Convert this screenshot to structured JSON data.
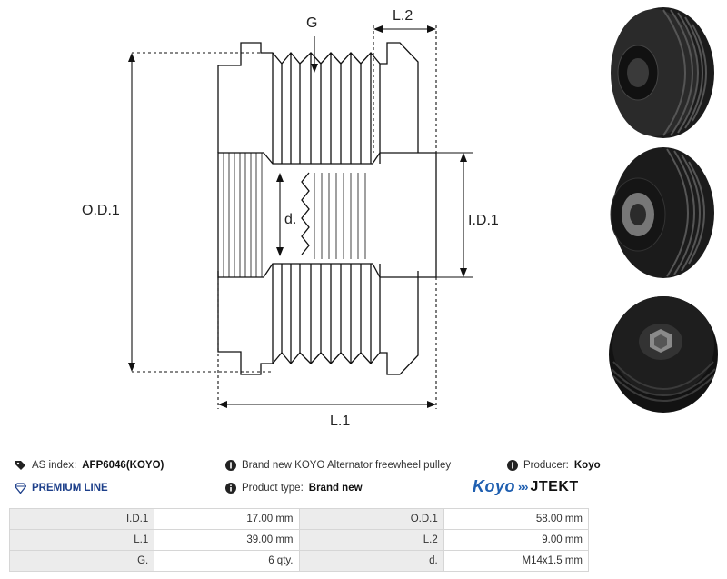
{
  "drawing": {
    "labels": {
      "g": "G",
      "l2": "L.2",
      "od1": "O.D.1",
      "d": "d.",
      "id1": "I.D.1",
      "l1": "L.1"
    }
  },
  "info": {
    "as_index_label": "AS index:",
    "as_index_value": "AFP6046(KOYO)",
    "description": "Brand new KOYO Alternator freewheel pulley",
    "producer_label": "Producer:",
    "producer_value": "Koyo",
    "premium_line": "PREMIUM LINE",
    "product_type_label": "Product type:",
    "product_type_value": "Brand new"
  },
  "logo": {
    "brand": "Koyo",
    "chevrons": "»»",
    "group": "JTEKT"
  },
  "icons": [
    "tag-icon",
    "info-icon",
    "diamond-icon"
  ],
  "colors": {
    "brand_blue": "#1f5fb0",
    "premium_blue": "#1d3f8a",
    "table_label_bg": "#ececec"
  },
  "specs": [
    {
      "label_a": "I.D.1",
      "value_a": "17.00 mm",
      "label_b": "O.D.1",
      "value_b": "58.00 mm"
    },
    {
      "label_a": "L.1",
      "value_a": "39.00 mm",
      "label_b": "L.2",
      "value_b": "9.00 mm"
    },
    {
      "label_a": "G.",
      "value_a": "6 qty.",
      "label_b": "d.",
      "value_b": "M14x1.5 mm"
    }
  ]
}
